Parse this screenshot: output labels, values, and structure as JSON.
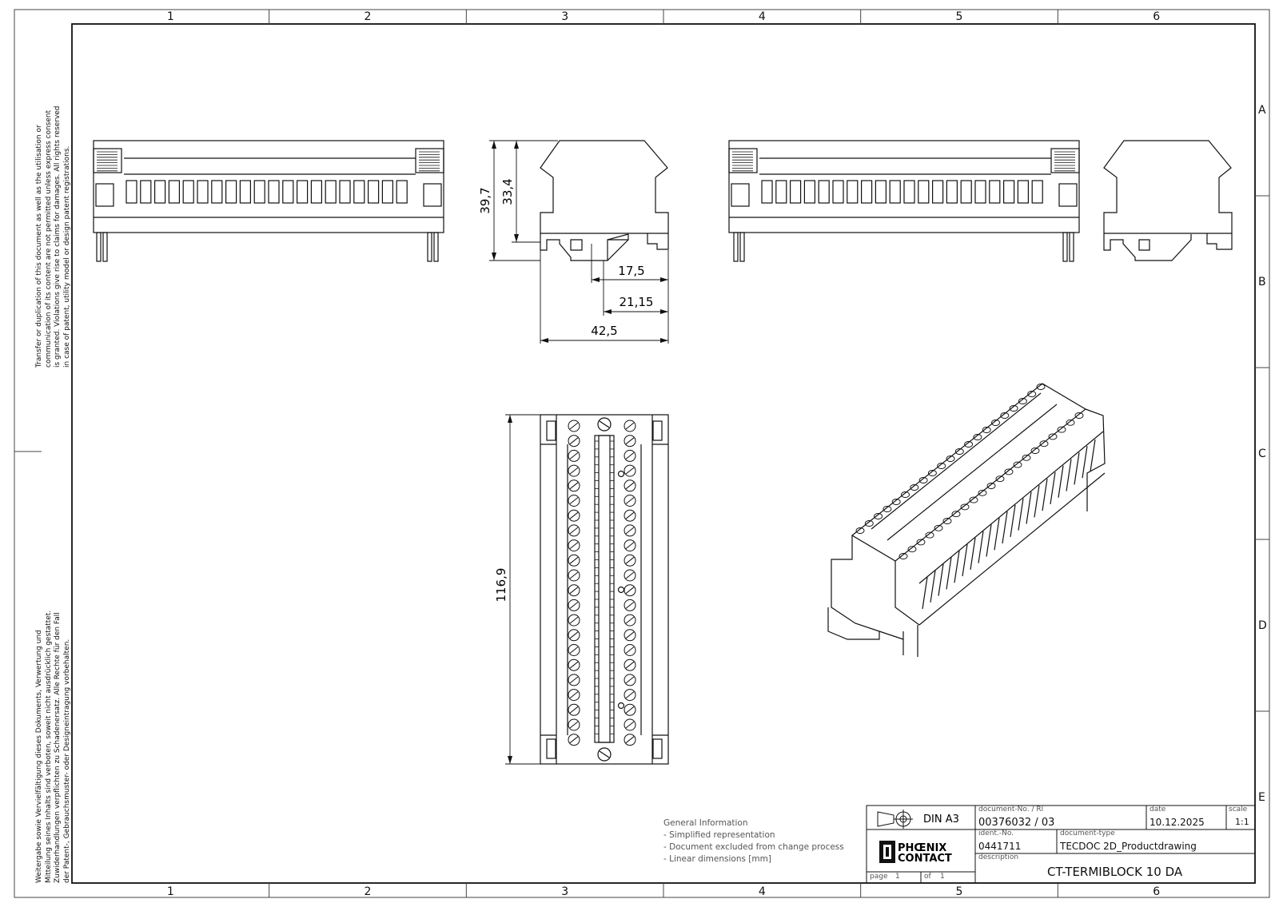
{
  "frame": {
    "columns": [
      "1",
      "2",
      "3",
      "4",
      "5",
      "6"
    ],
    "rows": [
      "A",
      "B",
      "C",
      "D",
      "E"
    ]
  },
  "side_notes": {
    "english": [
      "Transfer or duplication of this document as well as the utilisation or",
      "communication of its content are not permitted unless express consent",
      "is granted. Violations give rise to claims for damages. All rights reserved",
      "in case of patent, utility model or design patent registrations."
    ],
    "german": [
      "Weitergabe sowie Vervielfältigung dieses Dokuments, Verwertung und",
      "Mitteilung seines Inhalts sind verboten, soweit nicht ausdrücklich gestattet.",
      "Zuwiderhandlungen verpflichten zu Schadenersatz. Alle Rechte für den Fall",
      "der Patent-, Gebrauchsmuster- oder Designeintragung vorbehalten."
    ]
  },
  "dimensions": {
    "height_total": "39,7",
    "height_body": "33,4",
    "width_small": "17,5",
    "width_mid": "21,15",
    "width_total": "42,5",
    "length": "116,9"
  },
  "general_info": {
    "title": "General Information",
    "lines": [
      "- Simplified representation",
      "- Document excluded from change process",
      "- Linear dimensions [mm]"
    ]
  },
  "title_block": {
    "format": "DIN A3",
    "doc_no_label": "document-No. / Rl",
    "doc_no": "00376032 / 03",
    "date_label": "date",
    "date": "10.12.2025",
    "scale_label": "scale",
    "scale": "1:1",
    "ident_label": "ident.-No.",
    "ident": "0441711",
    "doctype_label": "document-type",
    "doctype": "TECDOC 2D_Productdrawing",
    "desc_label": "description",
    "description": "CT-TERMIBLOCK 10 DA",
    "page_label": "page",
    "page": "1",
    "of_label": "of",
    "of": "1",
    "logo_line1": "PHŒNIX",
    "logo_line2": "CONTACT",
    "projection_icon": "first-angle-projection-icon"
  }
}
